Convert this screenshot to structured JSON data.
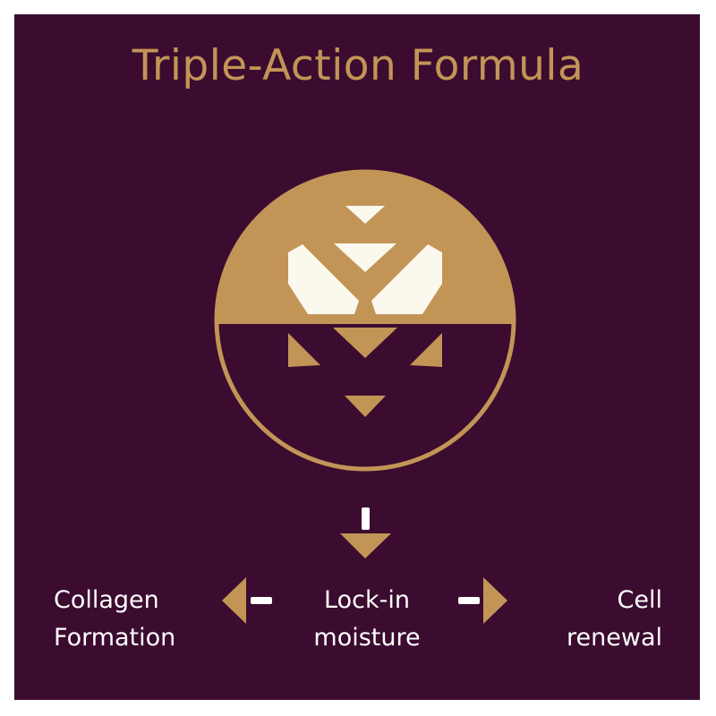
{
  "title": "Triple-Action Formula",
  "colors": {
    "background": "#3b0c2f",
    "gold": "#c29557",
    "cream": "#fbf8ee",
    "text": "#ffffff"
  },
  "icons": {
    "emblem": "split-circle-chevron-emblem-icon",
    "down": "arrow-down-icon",
    "left": "arrow-left-icon",
    "right": "arrow-right-icon"
  },
  "benefits": {
    "left": {
      "line1": "Collagen",
      "line2": "Formation"
    },
    "center": {
      "line1": "Lock-in",
      "line2": "moisture"
    },
    "right": {
      "line1": "Cell",
      "line2": "renewal"
    }
  }
}
